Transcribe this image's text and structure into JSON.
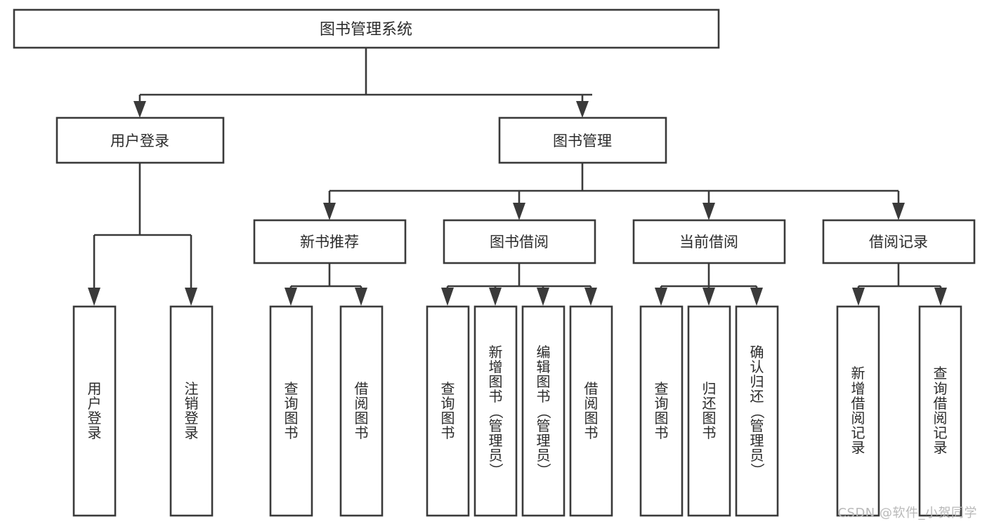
{
  "diagram": {
    "type": "tree",
    "title": "图书管理系统",
    "watermark": "CSDN @软件_小贺同学",
    "colors": {
      "stroke": "#3a3a3a",
      "fill": "#ffffff",
      "text": "#2b2b2b",
      "watermark": "#b9b9b9",
      "background": "#ffffff"
    },
    "root": {
      "label": "图书管理系统"
    },
    "level2": [
      {
        "label": "用户登录"
      },
      {
        "label": "图书管理"
      }
    ],
    "level3": [
      {
        "label": "新书推荐"
      },
      {
        "label": "图书借阅"
      },
      {
        "label": "当前借阅"
      },
      {
        "label": "借阅记录"
      }
    ],
    "leaves": {
      "user_login": [
        {
          "label": "用户登录"
        },
        {
          "label": "注销登录"
        }
      ],
      "new_book_recommend": [
        {
          "label": "查询图书"
        },
        {
          "label": "借阅图书"
        }
      ],
      "book_borrow": [
        {
          "label": "查询图书"
        },
        {
          "label": "新增图书（管理员）"
        },
        {
          "label": "编辑图书（管理员）"
        },
        {
          "label": "借阅图书"
        }
      ],
      "current_borrow": [
        {
          "label": "查询图书"
        },
        {
          "label": "归还图书"
        },
        {
          "label": "确认归还（管理员）"
        }
      ],
      "borrow_record": [
        {
          "label": "新增借阅记录"
        },
        {
          "label": "查询借阅记录"
        }
      ]
    }
  }
}
